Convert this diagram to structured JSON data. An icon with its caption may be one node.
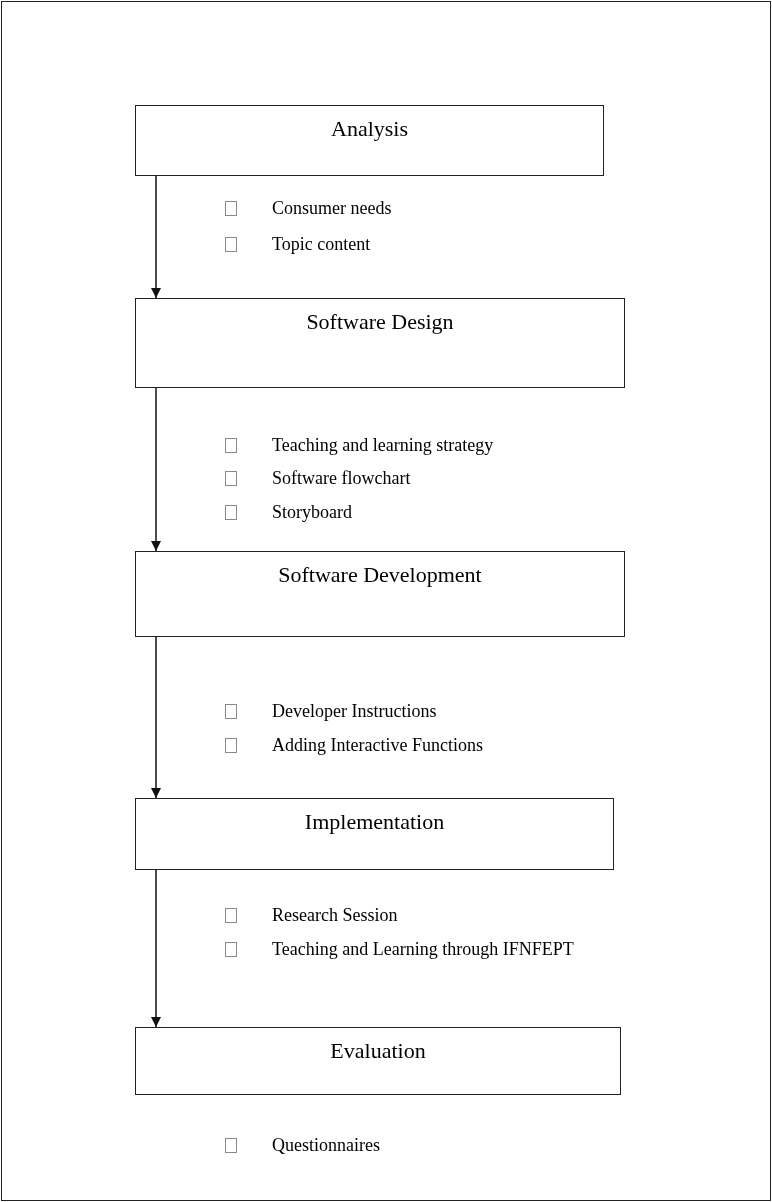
{
  "diagram": {
    "nodes": [
      {
        "text": [
          "Analysis"
        ],
        "beside": [
          "Consumer needs",
          "Topic content"
        ]
      },
      {
        "text": [
          "Software Design"
        ],
        "beside": [
          "Teaching and learning strategy",
          "Software flowchart",
          "Storyboard"
        ]
      },
      {
        "text": [
          "Software Development"
        ],
        "beside": [
          "Developer Instructions",
          "Adding Interactive Functions"
        ]
      },
      {
        "text": [
          "Implementation"
        ],
        "beside": [
          "Research Session",
          "Teaching and Learning through IFNFEPT"
        ]
      },
      {
        "text": [
          "Evaluation"
        ],
        "beside": [
          "Questionnaires"
        ]
      }
    ],
    "edges": [
      {
        "from": 0,
        "to": 1,
        "arrow": "to"
      },
      {
        "from": 1,
        "to": 2,
        "arrow": "to"
      },
      {
        "from": 2,
        "to": 3,
        "arrow": "to"
      },
      {
        "from": 3,
        "to": 4,
        "arrow": "to"
      }
    ]
  }
}
